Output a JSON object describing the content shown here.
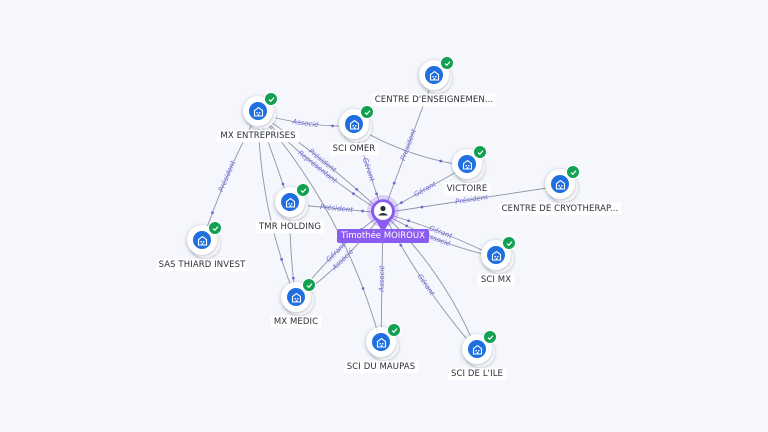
{
  "graph": {
    "center": {
      "label": "Timothée MOIROUX",
      "icon": "person-icon",
      "color": "#8b5cf0"
    },
    "nodes": [
      {
        "id": "mx-entreprises",
        "label": "MX ENTREPRISES",
        "icon": "building-icon",
        "verified": true
      },
      {
        "id": "sci-omer",
        "label": "SCI OMER",
        "icon": "building-icon",
        "verified": true
      },
      {
        "id": "centre-enseignement",
        "label": "CENTRE D'ENSEIGNEMEN...",
        "icon": "building-icon",
        "verified": true
      },
      {
        "id": "victoire",
        "label": "VICTOIRE",
        "icon": "building-icon",
        "verified": true
      },
      {
        "id": "centre-cryotherapie",
        "label": "CENTRE DE CRYOTHERAP...",
        "icon": "building-icon",
        "verified": true
      },
      {
        "id": "tmr-holding",
        "label": "TMR HOLDING",
        "icon": "building-icon",
        "verified": true
      },
      {
        "id": "sas-thiard",
        "label": "SAS THIARD INVEST",
        "icon": "building-icon",
        "verified": true
      },
      {
        "id": "sci-mx",
        "label": "SCI MX",
        "icon": "building-icon",
        "verified": true
      },
      {
        "id": "mx-medic",
        "label": "MX MEDIC",
        "icon": "building-icon",
        "verified": true
      },
      {
        "id": "sci-du-maupas",
        "label": "SCI DU MAUPAS",
        "icon": "building-icon",
        "verified": true
      },
      {
        "id": "sci-de-lile",
        "label": "SCI DE L'ILE",
        "icon": "building-icon",
        "verified": true
      }
    ],
    "edges": [
      {
        "from": "mx-entreprises",
        "to": "sci-omer",
        "label": "Associé"
      },
      {
        "from": "mx-entreprises",
        "to": "sas-thiard",
        "label": "Président"
      },
      {
        "from": "mx-entreprises",
        "to": "tmr-holding",
        "label": ""
      },
      {
        "from": "mx-entreprises",
        "to": "center",
        "label": "Président"
      },
      {
        "from": "mx-entreprises",
        "to": "center",
        "label": "Représentant"
      },
      {
        "from": "mx-entreprises",
        "to": "mx-medic",
        "label": ""
      },
      {
        "from": "mx-entreprises",
        "to": "sci-du-maupas",
        "label": ""
      },
      {
        "from": "sci-omer",
        "to": "center",
        "label": "Gérant"
      },
      {
        "from": "sci-omer",
        "to": "victoire",
        "label": ""
      },
      {
        "from": "centre-enseignement",
        "to": "center",
        "label": "Président"
      },
      {
        "from": "victoire",
        "to": "center",
        "label": "Gérant"
      },
      {
        "from": "centre-cryotherapie",
        "to": "center",
        "label": "Président"
      },
      {
        "from": "tmr-holding",
        "to": "center",
        "label": "Président"
      },
      {
        "from": "tmr-holding",
        "to": "mx-medic",
        "label": ""
      },
      {
        "from": "sci-mx",
        "to": "center",
        "label": "Gérant"
      },
      {
        "from": "sci-mx",
        "to": "center",
        "label": "Associé"
      },
      {
        "from": "mx-medic",
        "to": "center",
        "label": "Gérant"
      },
      {
        "from": "mx-medic",
        "to": "center",
        "label": "Associé"
      },
      {
        "from": "sci-du-maupas",
        "to": "center",
        "label": "Associé"
      },
      {
        "from": "sci-de-lile",
        "to": "center",
        "label": "Gérant"
      },
      {
        "from": "sci-de-lile",
        "to": "center",
        "label": ""
      }
    ]
  },
  "colors": {
    "node_icon": "#1f6fe0",
    "verified_badge": "#12a052",
    "edge_label": "#6e6ad8",
    "edge_line": "#8d93a8",
    "background": "#f5f7fc"
  }
}
